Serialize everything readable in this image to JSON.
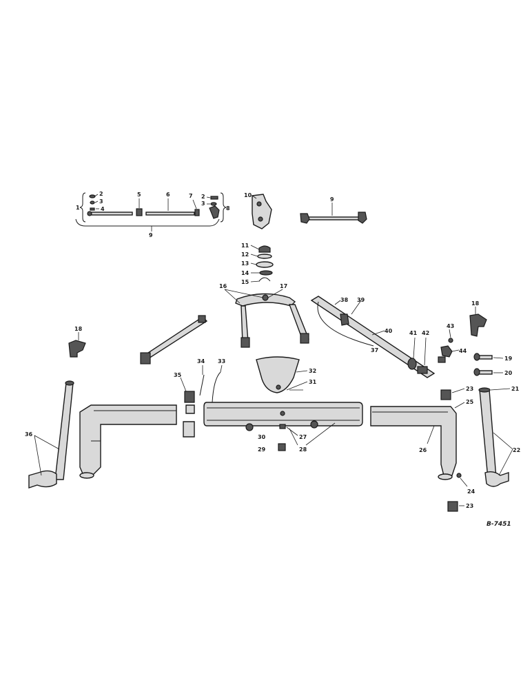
{
  "diagram": {
    "figure_number": "B-7451",
    "callouts": [
      {
        "id": "c1",
        "label": "1"
      },
      {
        "id": "c2a",
        "label": "2"
      },
      {
        "id": "c3a",
        "label": "3"
      },
      {
        "id": "c4",
        "label": "4"
      },
      {
        "id": "c5",
        "label": "5"
      },
      {
        "id": "c6",
        "label": "6"
      },
      {
        "id": "c7",
        "label": "7"
      },
      {
        "id": "c2b",
        "label": "2"
      },
      {
        "id": "c3b",
        "label": "3"
      },
      {
        "id": "c8",
        "label": "8"
      },
      {
        "id": "c9a",
        "label": "9"
      },
      {
        "id": "c10",
        "label": "10"
      },
      {
        "id": "c9b",
        "label": "9"
      },
      {
        "id": "c11",
        "label": "11"
      },
      {
        "id": "c12",
        "label": "12"
      },
      {
        "id": "c13",
        "label": "13"
      },
      {
        "id": "c14",
        "label": "14"
      },
      {
        "id": "c15",
        "label": "15"
      },
      {
        "id": "c16",
        "label": "16"
      },
      {
        "id": "c17",
        "label": "17"
      },
      {
        "id": "c18a",
        "label": "18"
      },
      {
        "id": "c18b",
        "label": "18"
      },
      {
        "id": "c38",
        "label": "38"
      },
      {
        "id": "c39",
        "label": "39"
      },
      {
        "id": "c40",
        "label": "40"
      },
      {
        "id": "c37",
        "label": "37"
      },
      {
        "id": "c41",
        "label": "41"
      },
      {
        "id": "c42",
        "label": "42"
      },
      {
        "id": "c43",
        "label": "43"
      },
      {
        "id": "c44",
        "label": "44"
      },
      {
        "id": "c19",
        "label": "19"
      },
      {
        "id": "c20",
        "label": "20"
      },
      {
        "id": "c21",
        "label": "21"
      },
      {
        "id": "c22",
        "label": "22"
      },
      {
        "id": "c23a",
        "label": "23"
      },
      {
        "id": "c25",
        "label": "25"
      },
      {
        "id": "c26",
        "label": "26"
      },
      {
        "id": "c24",
        "label": "24"
      },
      {
        "id": "c23b",
        "label": "23"
      },
      {
        "id": "c34",
        "label": "34"
      },
      {
        "id": "c33",
        "label": "33"
      },
      {
        "id": "c35",
        "label": "35"
      },
      {
        "id": "c32",
        "label": "32"
      },
      {
        "id": "c31",
        "label": "31"
      },
      {
        "id": "c30",
        "label": "30"
      },
      {
        "id": "c27",
        "label": "27"
      },
      {
        "id": "c28",
        "label": "28"
      },
      {
        "id": "c29",
        "label": "29"
      },
      {
        "id": "c36",
        "label": "36"
      }
    ]
  }
}
